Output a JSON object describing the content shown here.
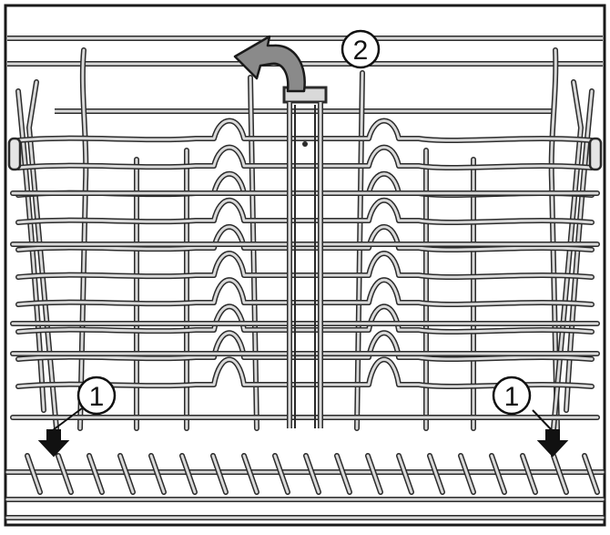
{
  "figure": {
    "callouts": [
      {
        "id": "left",
        "label": "1"
      },
      {
        "id": "right",
        "label": "1"
      },
      {
        "id": "top",
        "label": "2"
      }
    ],
    "colors": {
      "wire_fill": "#d9d9d9",
      "wire_outline": "#2b2b2b",
      "frame": "#1a1a1a",
      "arrow_fill": "#111111",
      "flip_arrow_fill": "#8a8a8a",
      "background": "#ffffff"
    },
    "icons": [
      "down-arrow-icon",
      "flip-arrow-icon"
    ]
  }
}
